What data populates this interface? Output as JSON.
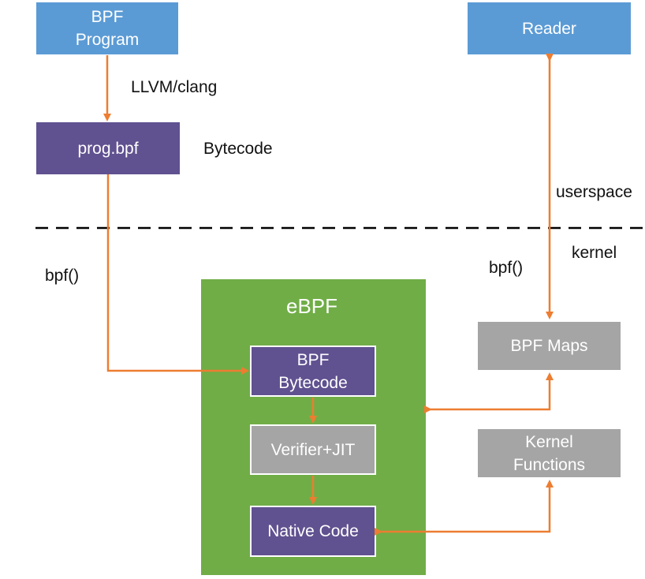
{
  "nodes": {
    "bpf_program": {
      "lines": [
        "BPF",
        "Program"
      ]
    },
    "prog_bpf": {
      "lines": [
        "prog.bpf"
      ]
    },
    "reader": {
      "lines": [
        "Reader"
      ]
    },
    "ebpf_container": {
      "title": "eBPF"
    },
    "bpf_bytecode": {
      "lines": [
        "BPF",
        "Bytecode"
      ]
    },
    "verifier_jit": {
      "lines": [
        "Verifier+JIT"
      ]
    },
    "native_code": {
      "lines": [
        "Native Code"
      ]
    },
    "bpf_maps": {
      "lines": [
        "BPF Maps"
      ]
    },
    "kernel_functions": {
      "lines": [
        "Kernel",
        "Functions"
      ]
    }
  },
  "labels": {
    "llvm_clang": "LLVM/clang",
    "bytecode": "Bytecode",
    "userspace": "userspace",
    "kernel": "kernel",
    "bpf_call_left": "bpf()",
    "bpf_call_right": "bpf()"
  },
  "edges": [
    {
      "from": "bpf_program",
      "to": "prog_bpf",
      "label": "LLVM/clang"
    },
    {
      "from": "prog_bpf",
      "to": "bpf_bytecode",
      "label": "bpf()"
    },
    {
      "from": "bpf_bytecode",
      "to": "verifier_jit"
    },
    {
      "from": "verifier_jit",
      "to": "native_code"
    },
    {
      "from": "reader",
      "to": "bpf_maps",
      "label": "bpf()",
      "bidirectional": true
    },
    {
      "from": "ebpf_container",
      "to": "bpf_maps",
      "bidirectional": true
    },
    {
      "from": "native_code",
      "to": "kernel_functions",
      "bidirectional": true
    }
  ],
  "colors": {
    "arrow": "#ed7d31",
    "userspace_box": "#5b9bd5",
    "bytecode_box": "#605190",
    "ebpf_container": "#70ad47",
    "kernel_box": "#a5a5a5",
    "divider": "#000000"
  }
}
